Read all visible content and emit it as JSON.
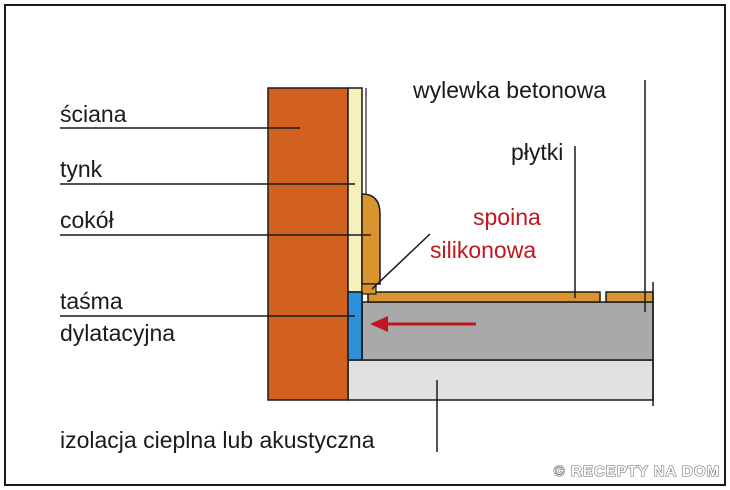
{
  "labels": {
    "sciana": "ściana",
    "tynk": "tynk",
    "cokol": "cokół",
    "tasma_line1": "taśma",
    "tasma_line2": "dylatacyjna",
    "wylewka": "wylewka betonowa",
    "plytki": "płytki",
    "spoina_line1": "spoina",
    "spoina_line2": "silikonowa",
    "izolacja": "izolacja cieplna lub akustyczna"
  },
  "watermark": "© RECEPTY NA DOM",
  "colors": {
    "wall": "#d2611f",
    "plaster": "#f6f0bd",
    "skirting": "#d9932f",
    "tiles": "#d9932f",
    "screed": "#a9a9a9",
    "insulation": "#e0e0e0",
    "dilatation_tape": "#2f8fd8",
    "accent_red": "#c0161e",
    "outline": "#1a1a1a"
  },
  "icons": {
    "direction_arrow": "arrow-left-icon"
  }
}
